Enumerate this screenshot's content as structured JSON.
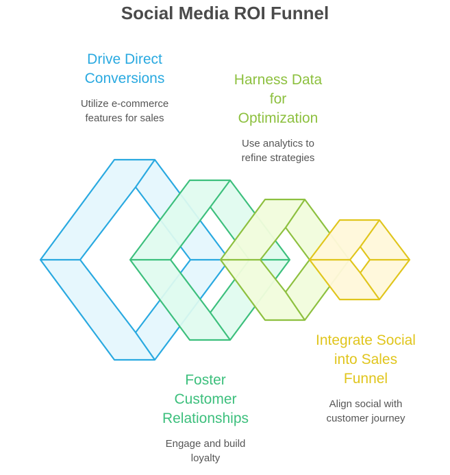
{
  "title": "Social Media ROI Funnel",
  "colors": {
    "blue": "#29A9E0",
    "green": "#3CBF7C",
    "yellowgreen": "#8DC03F",
    "yellow": "#E0C51C",
    "text_body": "#555555",
    "title": "#4a4a4a"
  },
  "stages": [
    {
      "title_lines": [
        "Drive Direct",
        "Conversions"
      ],
      "desc_lines": [
        "Utilize e-commerce",
        "features for sales"
      ],
      "color": "#29A9E0"
    },
    {
      "title_lines": [
        "Foster",
        "Customer",
        "Relationships"
      ],
      "desc_lines": [
        "Engage and build",
        "loyalty"
      ],
      "color": "#3CBF7C"
    },
    {
      "title_lines": [
        "Harness Data",
        "for",
        "Optimization"
      ],
      "desc_lines": [
        "Use analytics to",
        "refine strategies"
      ],
      "color": "#8DC03F"
    },
    {
      "title_lines": [
        "Integrate Social",
        "into Sales",
        "Funnel"
      ],
      "desc_lines": [
        "Align social with",
        "customer journey"
      ],
      "color": "#E0C51C"
    }
  ]
}
